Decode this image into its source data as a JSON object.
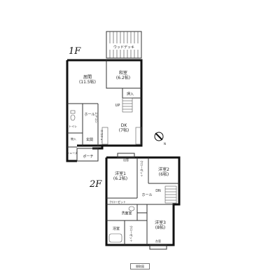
{
  "floor_labels": {
    "first": "1F",
    "second": "2F"
  },
  "rooms_1f": {
    "deck": "ウッドデッキ",
    "washitsu": "和室",
    "washitsu_size": "(6.2帖)",
    "living": "居間",
    "living_size": "(11.5帖)",
    "oshiire": "押入",
    "up": "UP",
    "hall": "ホール",
    "toilet": "トイレ",
    "entrance": "玄関",
    "storage": "物入",
    "shoe": "シューズ",
    "porch": "ポーチ",
    "dk": "DK",
    "dk_size": "(7帖)",
    "eco": "エコキュート",
    "bath_unit": "エアコン"
  },
  "rooms_2f": {
    "demado": "出窓",
    "closet_top": "クローゼット",
    "yoshitsu1": "洋室1",
    "yoshitsu1_size": "(6.2帖)",
    "yoshitsu2": "洋室2",
    "yoshitsu2_size": "(6帖)",
    "hall": "ホール",
    "dn": "DN",
    "closet_left": "クローゼット",
    "senmen": "洗面室",
    "bath": "浴室",
    "closet_mid": "クローゼット",
    "yoshitsu3": "洋室3",
    "yoshitsu3_size": "(8帖)",
    "dai": "台窓"
  },
  "footer": {
    "label": "間取図"
  },
  "compass": {
    "label": "N"
  }
}
